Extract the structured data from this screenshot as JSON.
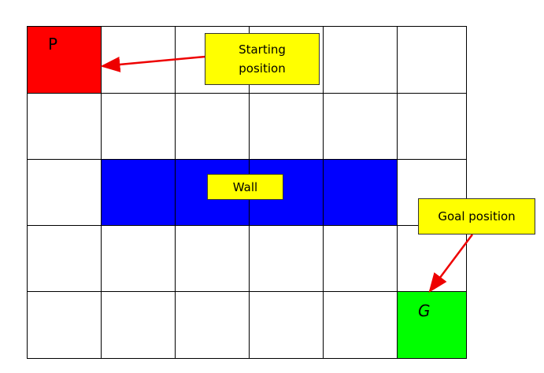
{
  "grid": {
    "rows": 5,
    "cols": 6,
    "wall_cells": [
      [
        2,
        1
      ],
      [
        2,
        2
      ],
      [
        2,
        3
      ],
      [
        2,
        4
      ]
    ],
    "start_cell": [
      0,
      0
    ],
    "goal_cell": [
      4,
      5
    ]
  },
  "colors": {
    "start": "#ff0000",
    "goal": "#00ff00",
    "wall": "#0000ff",
    "callout": "#ffff00",
    "arrow": "#ee0000",
    "grid_line": "#000000"
  },
  "start": {
    "letter": "P"
  },
  "goal": {
    "letter": "G"
  },
  "callouts": {
    "starting_position": "Starting\nposition",
    "wall": "Wall",
    "goal_position": "Goal position"
  }
}
